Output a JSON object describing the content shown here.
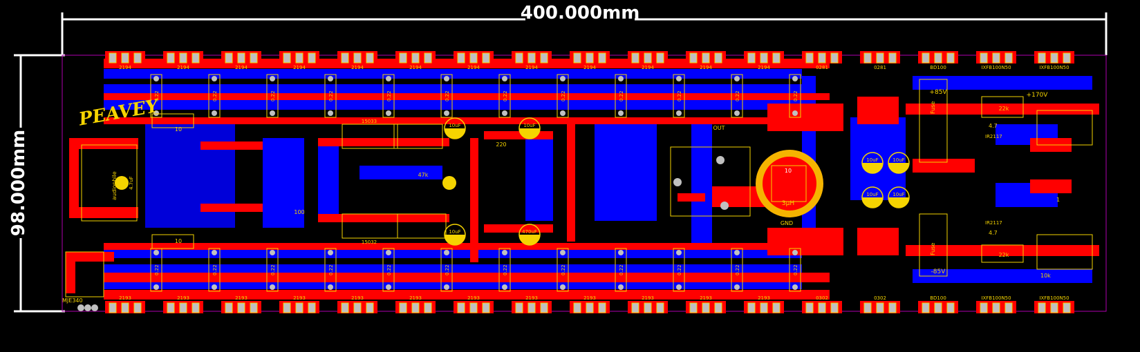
{
  "dimensions": {
    "width_label": "400.000mm",
    "height_label": "98.000mm"
  },
  "logos": {
    "brand": "PEAVEY",
    "small_brand": "audiophile"
  },
  "top_transistors": {
    "labels": [
      "2194",
      "2194",
      "2194",
      "2194",
      "2194",
      "2194",
      "2194",
      "2194",
      "2194",
      "2194",
      "2194",
      "2194",
      "0281",
      "0281",
      "BD100",
      "IXFB100N50",
      "IXFB100N50"
    ]
  },
  "bottom_transistors": {
    "labels": [
      "2193",
      "2193",
      "2193",
      "2193",
      "2193",
      "2193",
      "2193",
      "2193",
      "2193",
      "2193",
      "2193",
      "2193",
      "0302",
      "0302",
      "BD100",
      "IXFB100N50",
      "IXFB100N50"
    ]
  },
  "resistors": {
    "value_label": "0.22"
  },
  "components": {
    "cap_10uf": "10uF",
    "cap_470uf": "470uF",
    "inductor": "3µH",
    "plus_85v": "+85V",
    "minus_85v": "-85V",
    "plus_170v": "+170V",
    "fuse": "Fuse",
    "bridge_label": "MJE340",
    "res_22k": "22k",
    "res_4_7": "4.7",
    "res_10k": "10k",
    "res_47k": "47k",
    "res_220": "220",
    "res_10": "10",
    "res_100": "100",
    "res_1": "1",
    "res_10_2": "10",
    "out_label": "OUT",
    "gnd_label": "GND",
    "ir_label": "IR2117",
    "ic_label": "15032",
    "ic_label2": "15033",
    "cap_47": "4.7uF"
  },
  "colors": {
    "background": "#000000",
    "top_copper": "#ff0000",
    "bottom_copper": "#0000ff",
    "silkscreen": "#f5d400",
    "pad": "#c0c0c0",
    "outline": "#b000b0"
  }
}
